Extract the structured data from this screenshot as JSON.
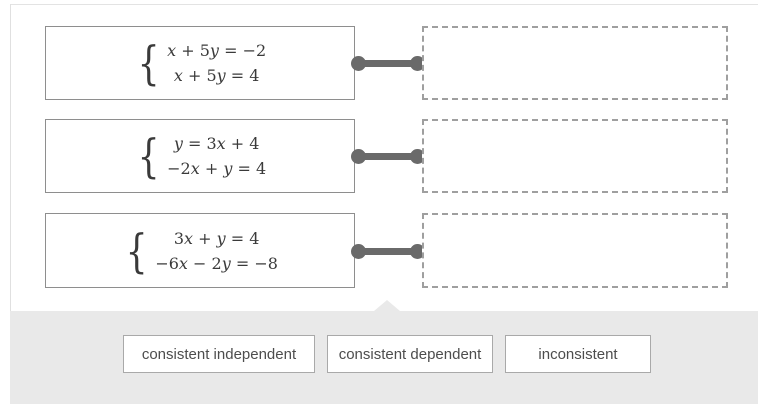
{
  "colors": {
    "panel_bg": "#e9e9e9",
    "connector_gray": "#6a6a6a",
    "card_border": "#8e8e8e",
    "slot_border_dashed": "#9f9f9f",
    "math_text": "#3a3a3a",
    "tile_text": "#4d4d4d",
    "tile_border": "#a9a9a9"
  },
  "matching": {
    "brace": "{",
    "systems": [
      {
        "lines": [
          "x + 5y = −2",
          "x + 5y = 4"
        ]
      },
      {
        "lines": [
          "y = 3x + 4",
          "−2x + y = 4"
        ]
      },
      {
        "lines": [
          "3x + y = 4",
          "−6x − 2y = −8"
        ]
      }
    ]
  },
  "answer_bank": {
    "tiles": [
      {
        "label": "consistent independent"
      },
      {
        "label": "consistent dependent"
      },
      {
        "label": "inconsistent"
      }
    ]
  }
}
